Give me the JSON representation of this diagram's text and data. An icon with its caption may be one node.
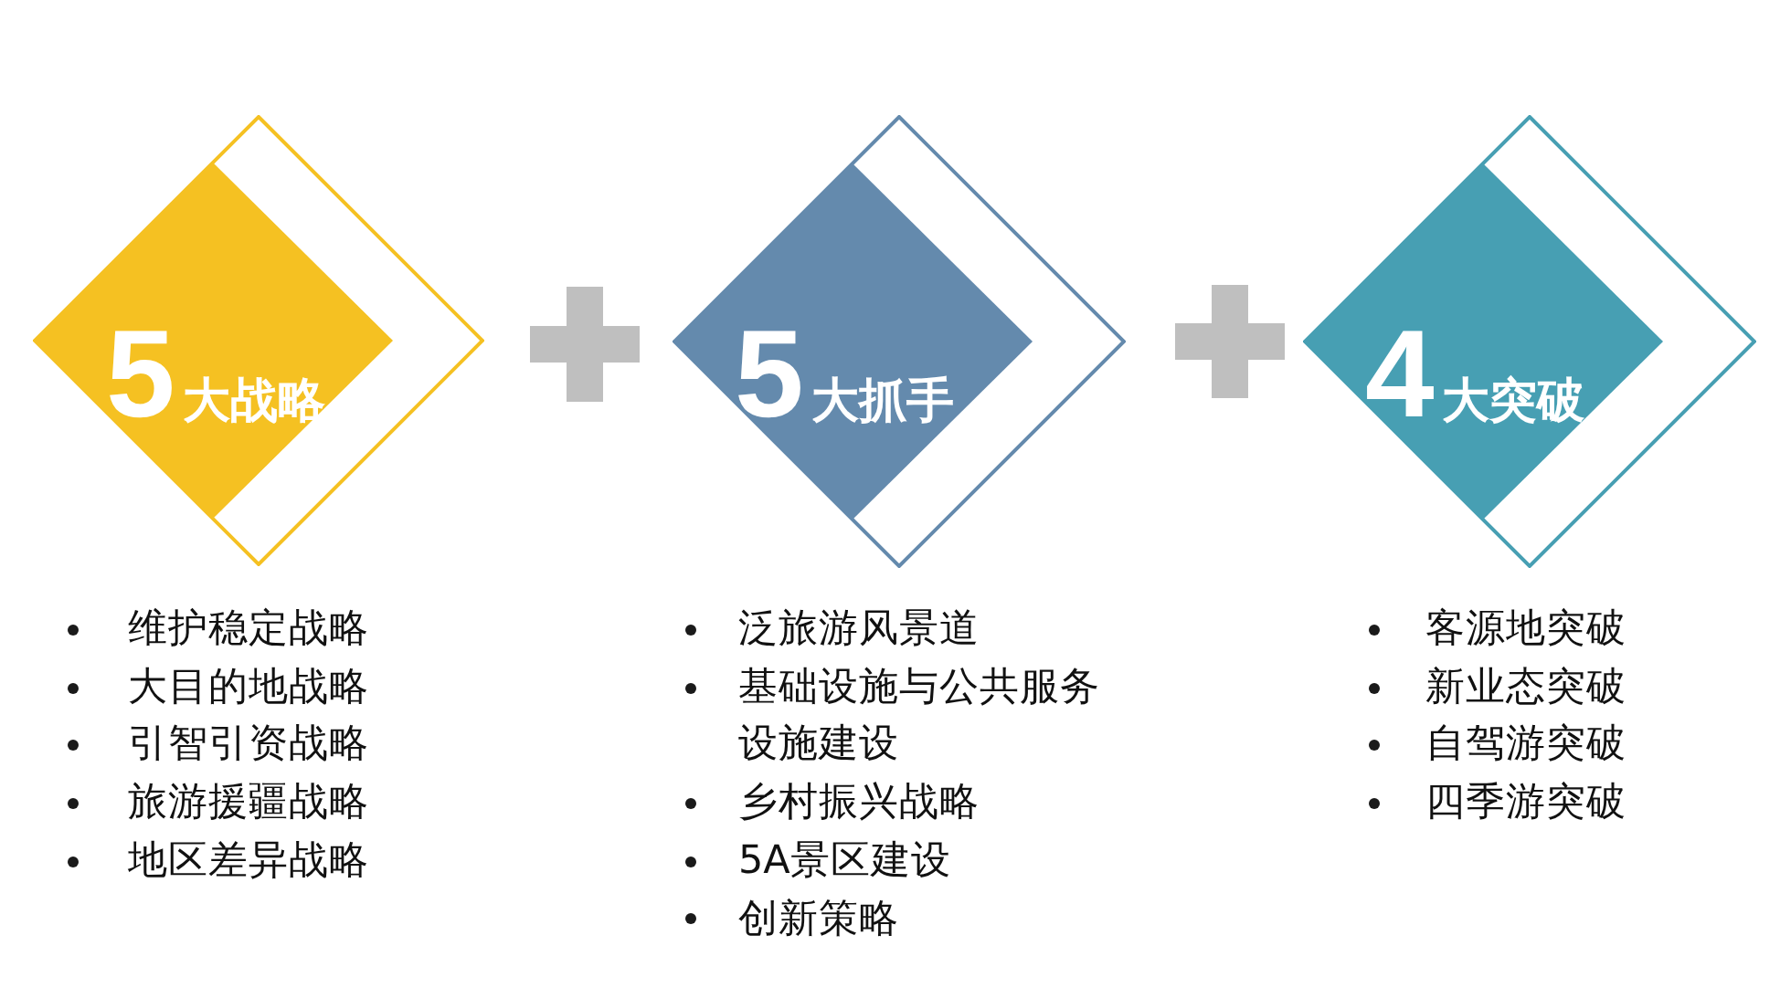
{
  "diagram": {
    "nodes": [
      {
        "text": [
          "5",
          "大战略"
        ],
        "beside": [
          "维护稳定战略",
          "大目的地战略",
          "引智引资战略",
          "旅游援疆战略",
          "地区差异战略"
        ]
      },
      {
        "text": [
          "5",
          "大抓手"
        ],
        "beside": [
          "泛旅游风景道",
          "基础设施与公共服务设施建设",
          "乡村振兴战略",
          "5A景区建设",
          "创新策略"
        ]
      },
      {
        "text": [
          "4",
          "大突破"
        ],
        "beside": [
          "客源地突破",
          "新业态突破",
          "自驾游突破",
          "四季游突破"
        ]
      }
    ]
  }
}
